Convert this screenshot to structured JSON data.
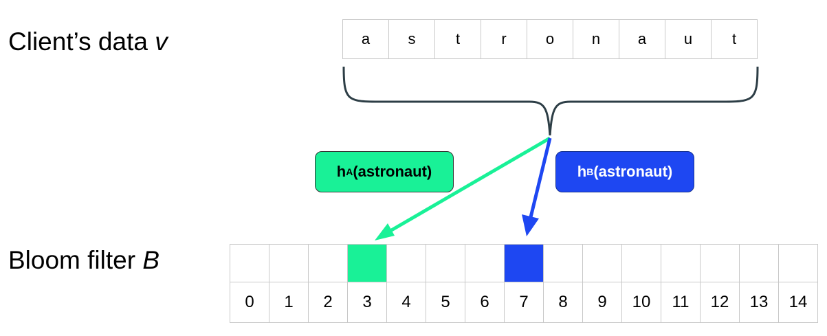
{
  "labels": {
    "client_text": "Client’s data ",
    "client_var": "v",
    "bloom_text": "Bloom filter ",
    "bloom_var": "B"
  },
  "client_data": [
    "a",
    "s",
    "t",
    "r",
    "o",
    "n",
    "a",
    "u",
    "t"
  ],
  "hash_a": {
    "name": "h",
    "subscript": "A",
    "arg": "(astronaut)",
    "target_index": 3,
    "color": "#19f197"
  },
  "hash_b": {
    "name": "h",
    "subscript": "B",
    "arg": "(astronaut)",
    "target_index": 7,
    "color": "#1e47f2"
  },
  "bloom_filter": {
    "indices": [
      "0",
      "1",
      "2",
      "3",
      "4",
      "5",
      "6",
      "7",
      "8",
      "9",
      "10",
      "11",
      "12",
      "13",
      "14"
    ],
    "set_bits": [
      3,
      7
    ]
  },
  "colors": {
    "brace": "#2d3e46",
    "grid": "#c8c8c8"
  }
}
